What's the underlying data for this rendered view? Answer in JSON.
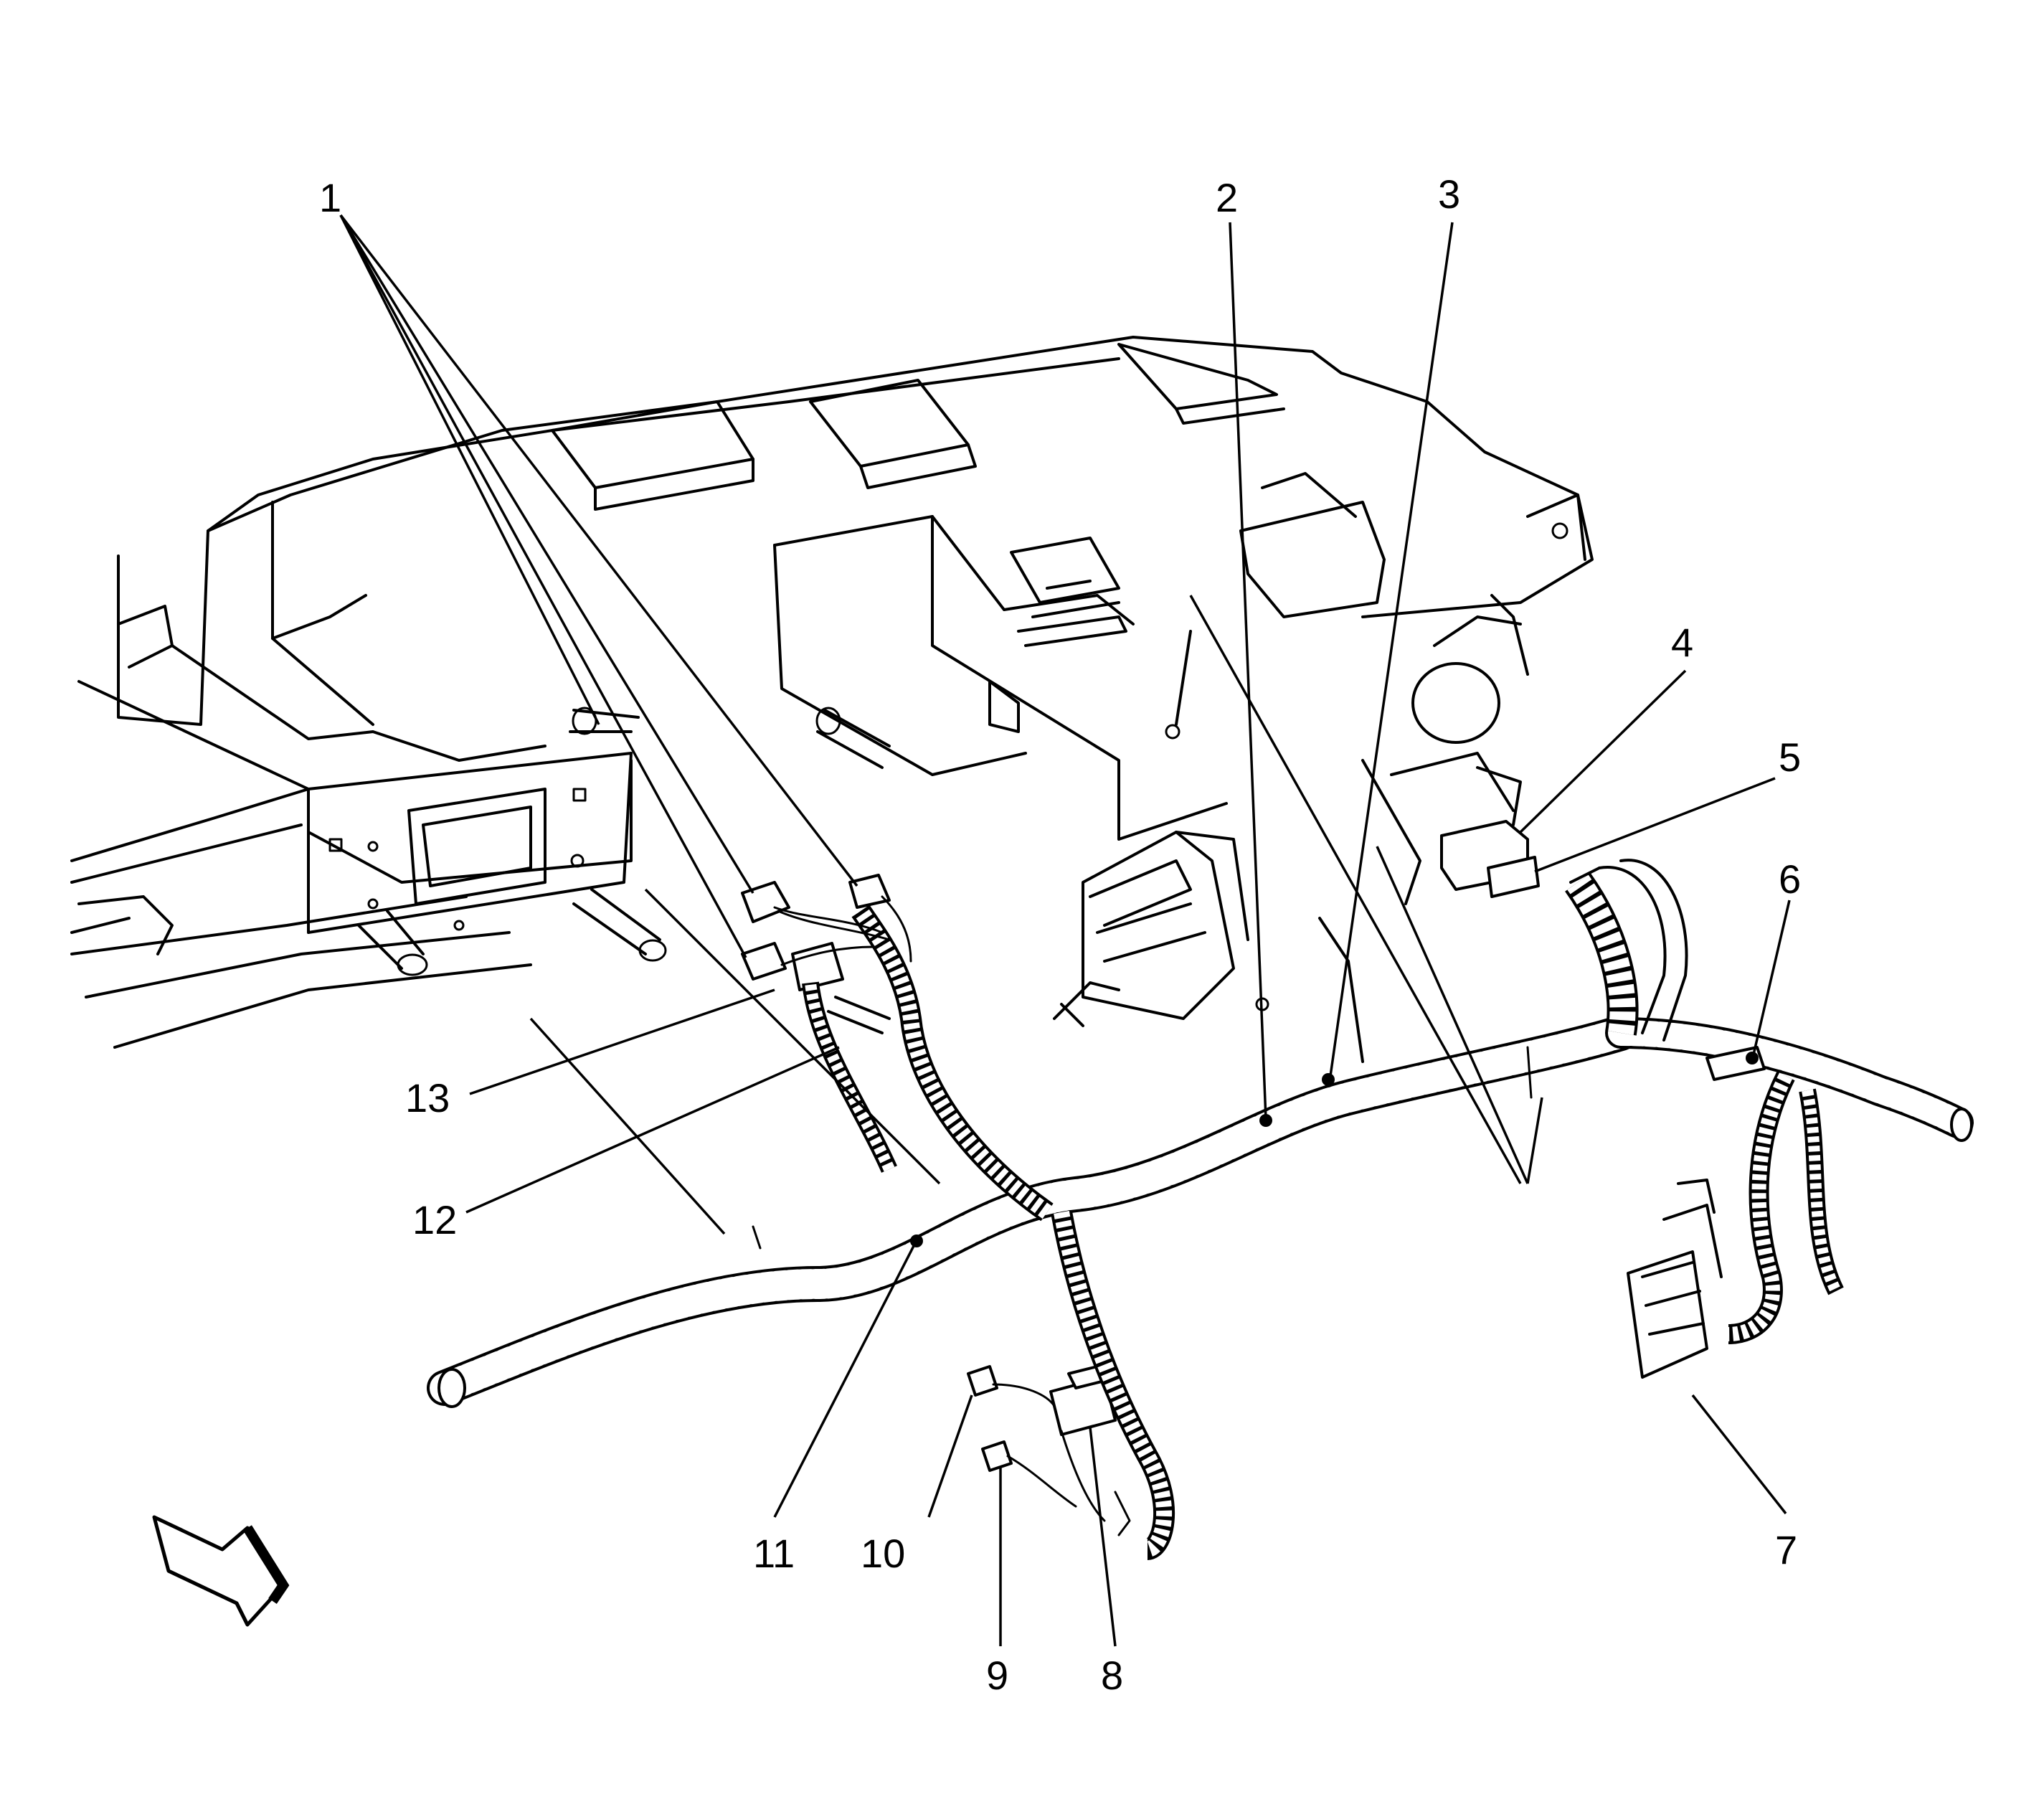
{
  "callouts": [
    {
      "id": "c1",
      "label": "1"
    },
    {
      "id": "c2",
      "label": "2"
    },
    {
      "id": "c3",
      "label": "3"
    },
    {
      "id": "c4",
      "label": "4"
    },
    {
      "id": "c5",
      "label": "5"
    },
    {
      "id": "c6",
      "label": "6"
    },
    {
      "id": "c7",
      "label": "7"
    },
    {
      "id": "c8",
      "label": "8"
    },
    {
      "id": "c9",
      "label": "9"
    },
    {
      "id": "c10",
      "label": "10"
    },
    {
      "id": "c11",
      "label": "11"
    },
    {
      "id": "c12",
      "label": "12"
    },
    {
      "id": "c13",
      "label": "13"
    }
  ],
  "colors": {
    "line": "#000000",
    "background": "#ffffff"
  },
  "icons": {
    "view_direction": "view-direction-arrow-icon"
  }
}
